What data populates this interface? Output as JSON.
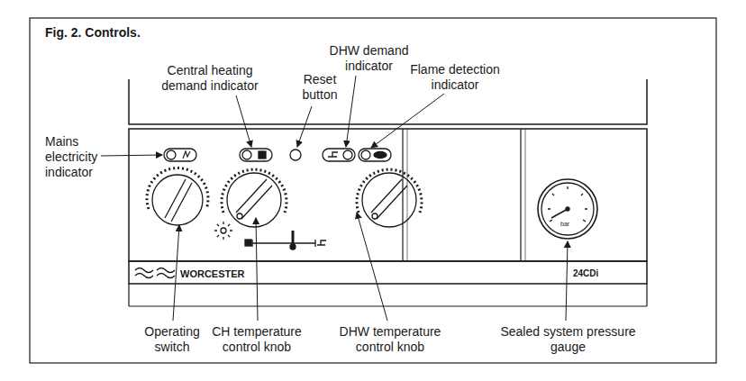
{
  "diagram": {
    "title": "Fig. 2. Controls.",
    "labels": [
      "Central heating demand indicator",
      "DHW demand indicator",
      "Reset button",
      "Flame detection indicator",
      "Mains electricity indicator",
      "Operating switch",
      "CH temperature control knob",
      "DHW temperature control knob",
      "Sealed system pressure gauge",
      "WORCESTER",
      "24CDi",
      "bar"
    ]
  }
}
